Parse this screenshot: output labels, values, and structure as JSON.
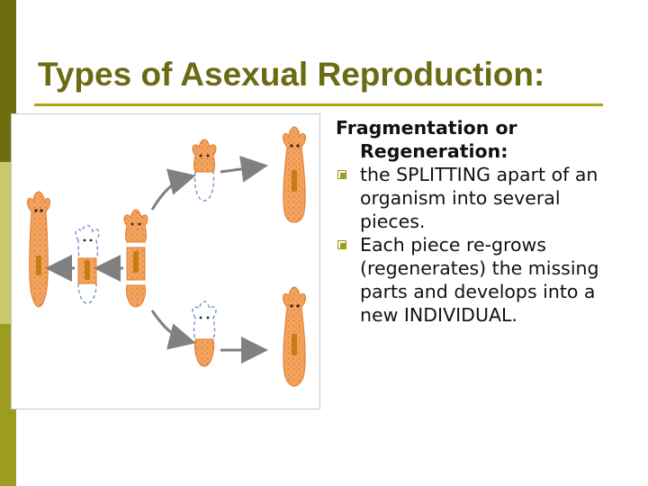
{
  "slide": {
    "title": "Types of Asexual Reproduction:",
    "heading_line1": "Fragmentation or",
    "heading_line2": "Regeneration:",
    "bullets": [
      "the SPLITTING apart of an organism into several pieces.",
      "Each piece re-grows (regenerates) the missing parts and develops into a new INDIVIDUAL."
    ]
  },
  "colors": {
    "title": "#6b6b14",
    "rule": "#a6a61c",
    "organism": "#f2a35e",
    "organ": "#c97a12"
  },
  "icons": [
    "square-bullet-icon",
    "arrow-icon",
    "planarian-icon"
  ]
}
